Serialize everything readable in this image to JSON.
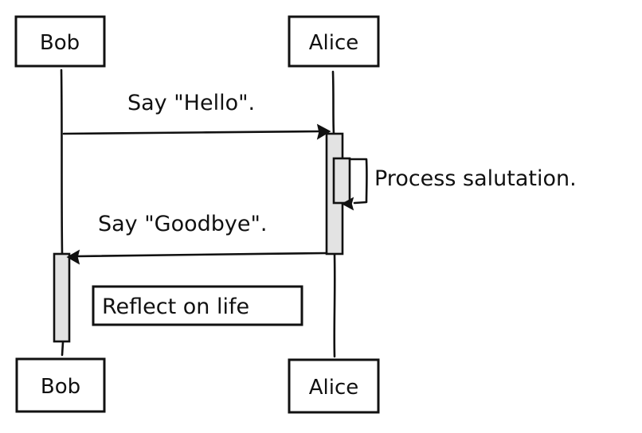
{
  "participants": {
    "bob": {
      "name": "Bob"
    },
    "alice": {
      "name": "Alice"
    }
  },
  "messages": [
    {
      "from": "Bob",
      "to": "Alice",
      "text": "Say \"Hello\"."
    },
    {
      "from": "Alice",
      "to": "Alice",
      "text": "Process salutation."
    },
    {
      "from": "Alice",
      "to": "Bob",
      "text": "Say \"Goodbye\"."
    }
  ],
  "note": {
    "over": "Bob",
    "text": "Reflect on life"
  },
  "colors": {
    "ink": "#111111",
    "activation_fill": "#e3e3e3",
    "background": "#ffffff"
  }
}
